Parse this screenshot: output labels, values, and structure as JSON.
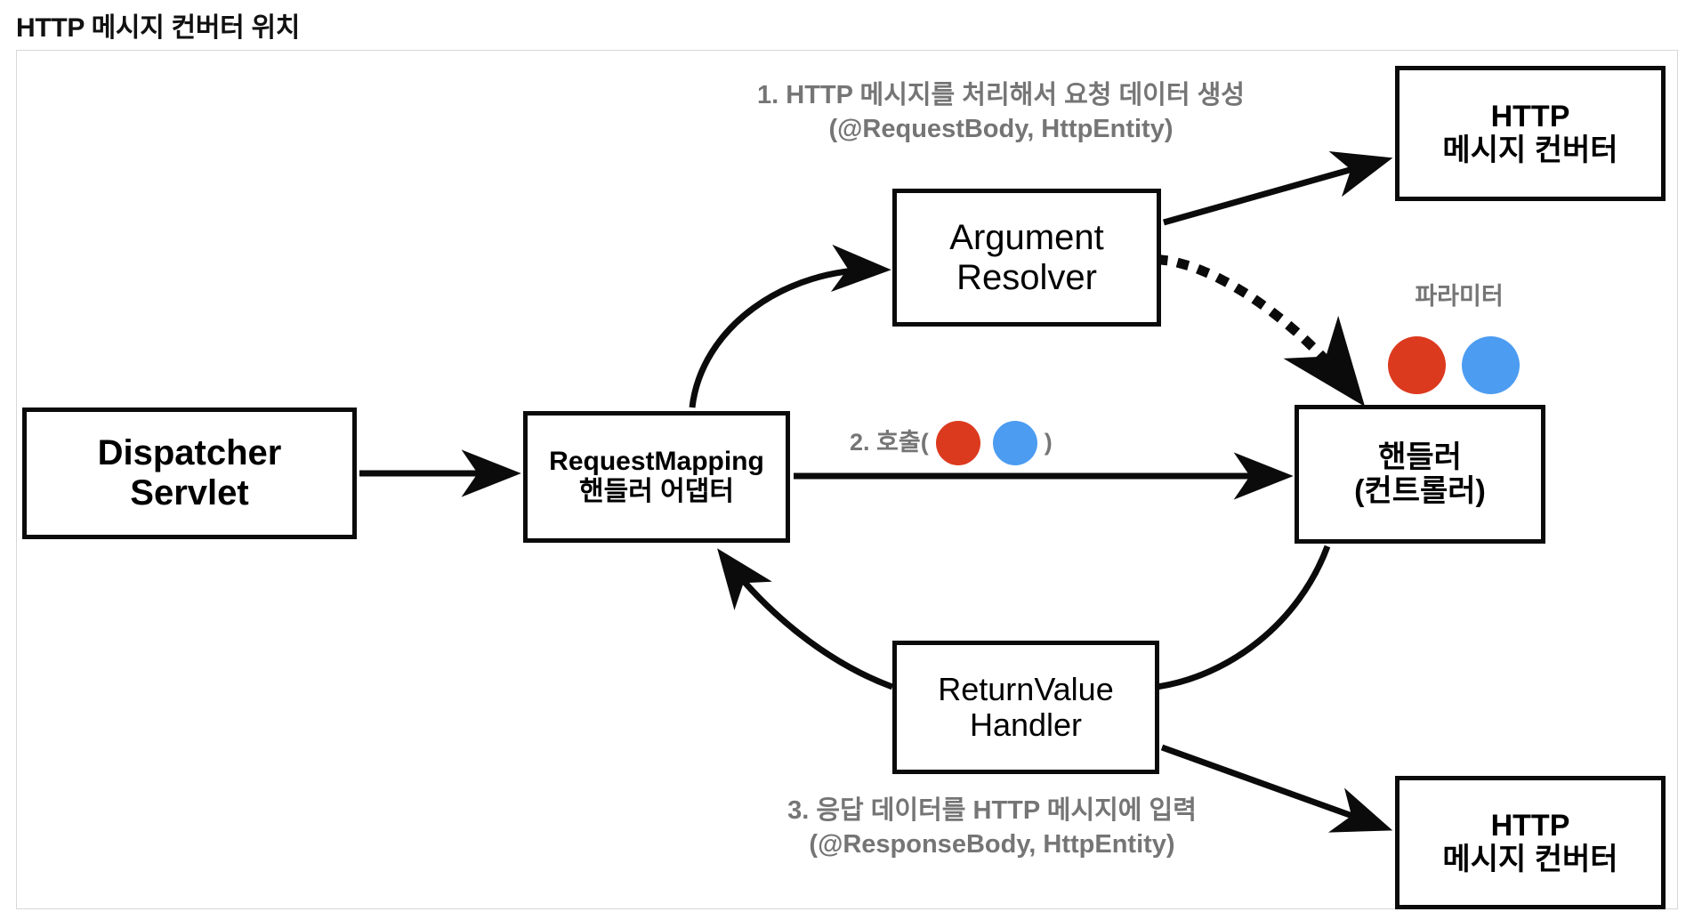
{
  "page": {
    "title": "HTTP 메시지 컨버터 위치"
  },
  "colors": {
    "red_dot": "#DC3A1F",
    "blue_dot": "#4C9CF1",
    "annotation_text": "#757575",
    "box_border": "#0B0B0B",
    "frame_border": "#D8D8D8"
  },
  "nodes": {
    "dispatcher_servlet": {
      "line1": "Dispatcher",
      "line2": "Servlet"
    },
    "request_mapping_adapter": {
      "line1": "RequestMapping",
      "line2": "핸들러 어댑터"
    },
    "argument_resolver": {
      "line1": "Argument",
      "line2": "Resolver"
    },
    "http_message_converter_top": {
      "line1": "HTTP",
      "line2": "메시지 컨버터"
    },
    "handler_controller": {
      "line1": "핸들러",
      "line2": "(컨트롤러)"
    },
    "return_value_handler": {
      "line1": "ReturnValue",
      "line2": "Handler"
    },
    "http_message_converter_bottom": {
      "line1": "HTTP",
      "line2": "메시지 컨버터"
    }
  },
  "annotations": {
    "step1": {
      "line1": "1. HTTP 메시지를 처리해서 요청 데이터 생성",
      "line2": "(@RequestBody, HttpEntity)"
    },
    "step2": {
      "prefix": "2. 호출(",
      "suffix": ")"
    },
    "step3": {
      "line1": "3. 응답 데이터를 HTTP 메시지에 입력",
      "line2": "(@ResponseBody, HttpEntity)"
    },
    "parameter_label": "파라미터"
  }
}
